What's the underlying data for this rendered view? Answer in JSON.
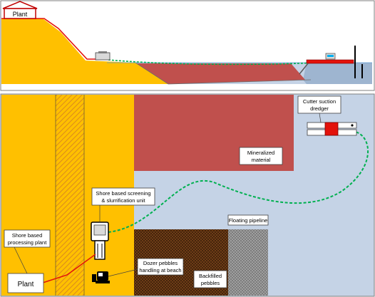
{
  "labels": {
    "plant_top": "Plant",
    "plant_bottom": "Plant",
    "cutter_dredger": [
      "Cutter suction",
      "dredger"
    ],
    "mineralized": [
      "Mineralized",
      "material"
    ],
    "shore_screening": [
      "Shore based screening",
      "& slurrification unit"
    ],
    "floating_pipeline": "Floating pipeline",
    "shore_processing": [
      "Shore based",
      "processing plant"
    ],
    "dozer": [
      "Dozer pebbles",
      "handling at beach"
    ],
    "backfilled": [
      "Backfilled",
      "pebbles"
    ]
  },
  "colors": {
    "land": "#FFC000",
    "sea": "#C5D3E6",
    "deep_sea": "#9EB5D0",
    "mineralized": "#C0504D",
    "red_line": "#E3120B",
    "pipeline": "#00B050",
    "backfill": "#6B3B17",
    "hatch": "#E09E2E"
  },
  "icons": [
    "plant-house-icon",
    "screening-unit-icon",
    "dredger-icon",
    "dozer-icon"
  ]
}
